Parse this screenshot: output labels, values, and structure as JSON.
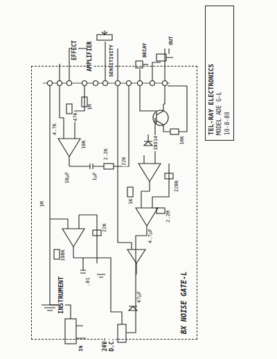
{
  "diagram": {
    "nodes": [
      {
        "text": [
          "BX NOISE GATE-L"
        ]
      },
      {
        "text": [
          "TEL-RAY ELECTRONICS",
          "MODEL ADE G-L",
          "10-8-80"
        ]
      }
    ],
    "labels": [
      "INSTRUMENT",
      "24V~",
      "D.C.",
      "EFFECT",
      "AMPLIFIER",
      "SENSITIVITY",
      "DECAY",
      "OUT",
      "IN",
      "1M",
      "47K",
      "10K",
      "4.7K",
      "1µF",
      "2.2K",
      "22K",
      "100K",
      "1N914",
      "220K",
      "1K",
      "2.2M",
      ".01",
      "47µF",
      "10µF",
      "4.7µF",
      "10K",
      "1M",
      "22K"
    ]
  }
}
